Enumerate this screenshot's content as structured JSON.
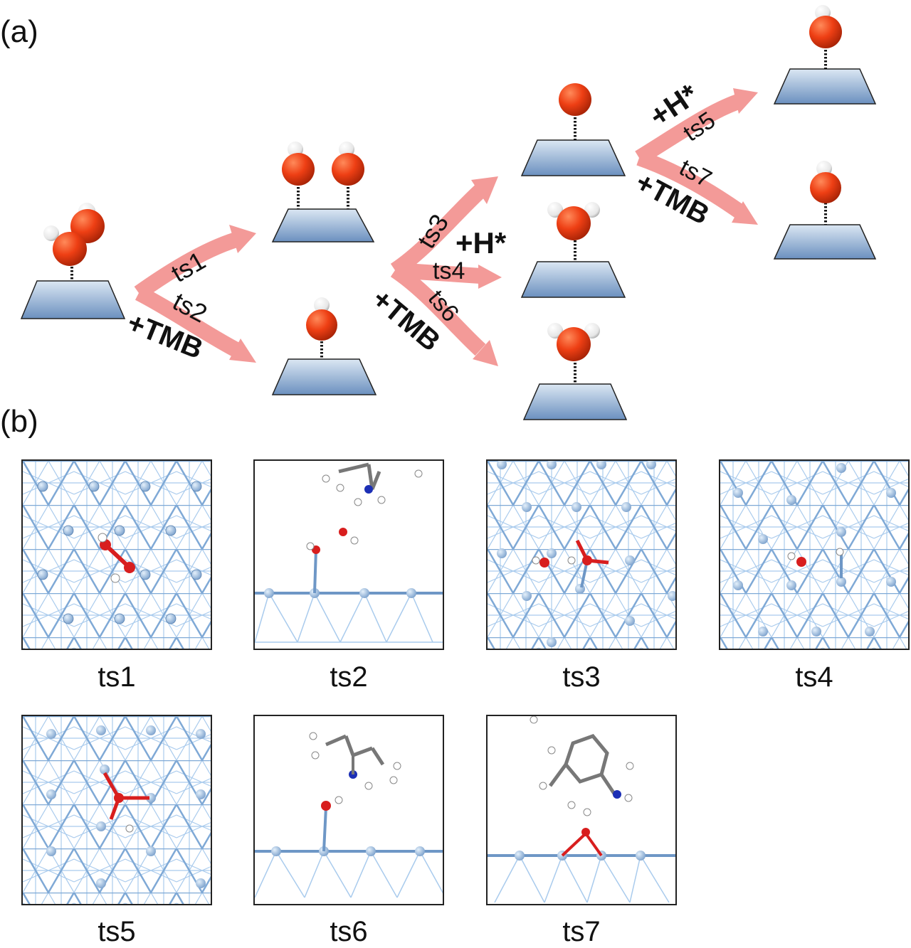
{
  "panel_a": {
    "label": "(a)",
    "arrow_labels": {
      "ts1": "ts1",
      "ts2": "ts2",
      "ts3": "ts3",
      "ts4": "ts4",
      "ts5": "ts5",
      "ts6": "ts6",
      "ts7": "ts7"
    },
    "reagents": {
      "tmb_1": "+TMB",
      "tmb_2": "+TMB",
      "tmb_3": "+TMB",
      "h_1": "+H*",
      "h_2": "+H*"
    }
  },
  "panel_b": {
    "label": "(b)",
    "captions": [
      "ts1",
      "ts2",
      "ts3",
      "ts4",
      "ts5",
      "ts6",
      "ts7"
    ]
  },
  "colors": {
    "arrow": "#f39a98",
    "oxygen": "#e8401c",
    "slab_top": "#d9e6f2",
    "slab_bottom": "#6f93c0",
    "lattice": "#9cc2e8",
    "atom": "#8fb4dc",
    "o_small": "#d81e1e",
    "n_small": "#1c2fb5",
    "c_small": "#6a6a6a"
  }
}
